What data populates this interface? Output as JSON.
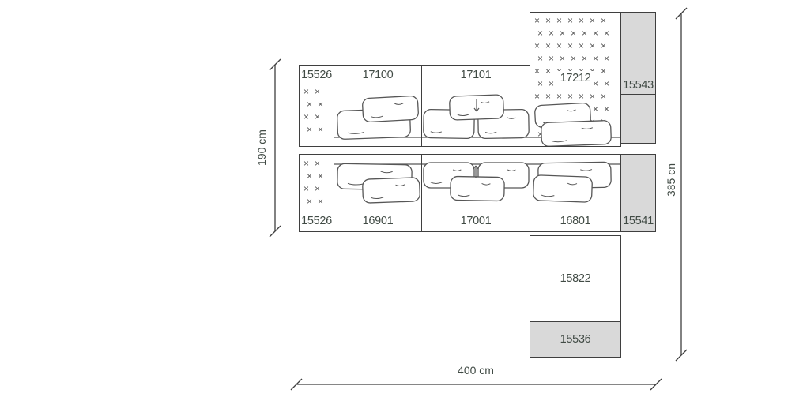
{
  "labels": {
    "m15526_top": "15526",
    "m17100": "17100",
    "m17101": "17101",
    "m17212": "17212",
    "m15543": "15543",
    "m15526_mid": "15526",
    "m16901": "16901",
    "m17001": "17001",
    "m16801": "16801",
    "m15541": "15541",
    "m15822": "15822",
    "m15536": "15536"
  },
  "dimensions": {
    "height_left": "190 cm",
    "height_right": "385 cn",
    "width_bottom": "400 cm"
  },
  "colors": {
    "panel_fill": "#d9d9d9",
    "line": "#3f3f3f",
    "label_text": "#414b45",
    "hatch_mark": "#555555"
  },
  "icons": {
    "hatch_glyph": "×"
  }
}
